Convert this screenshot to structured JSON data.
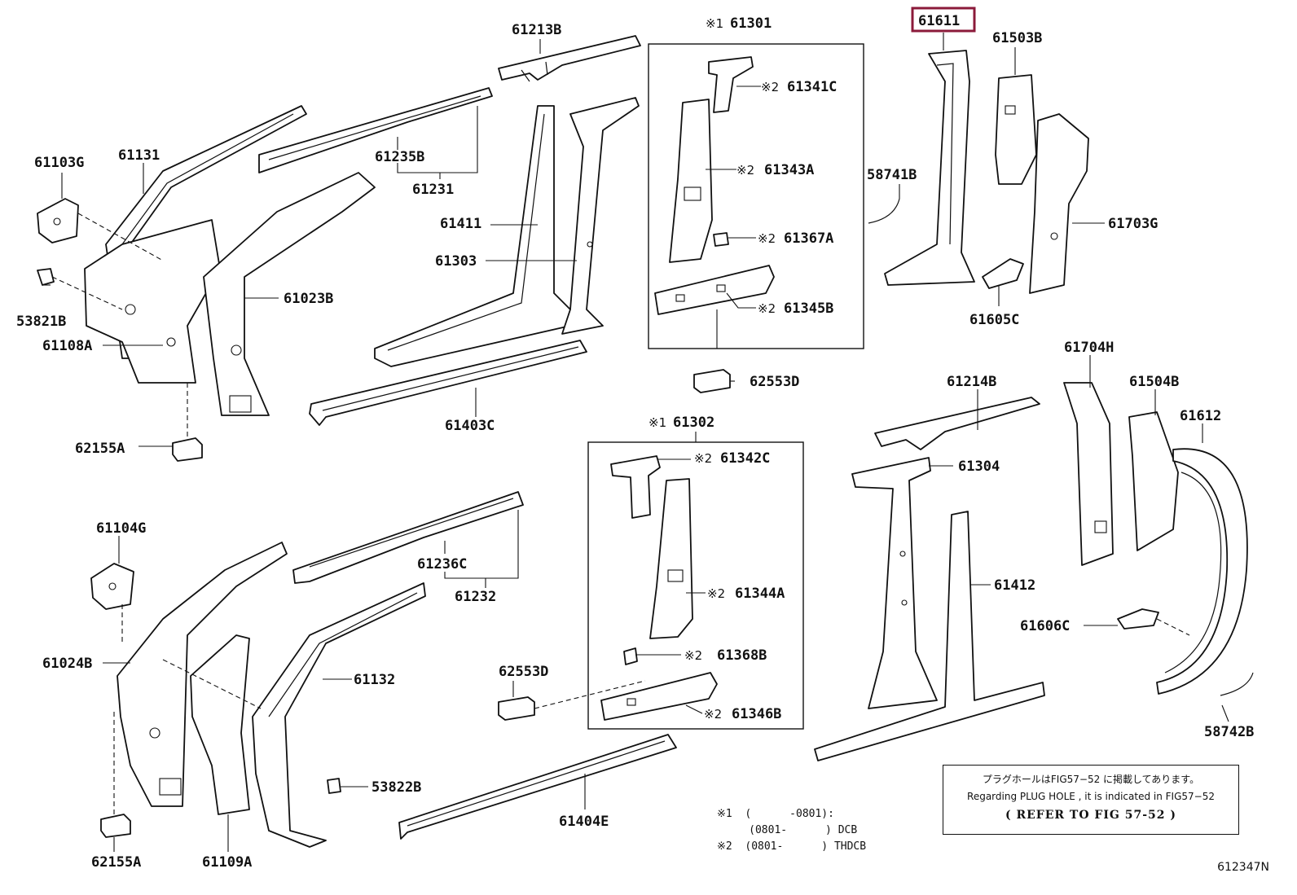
{
  "labels": {
    "p61213B": "61213B",
    "p61301": "61301",
    "p61611": "61611",
    "p61503B": "61503B",
    "p61103G": "61103G",
    "p61131": "61131",
    "p61235B": "61235B",
    "p61231": "61231",
    "p61341C": "61341C",
    "p61343A": "61343A",
    "p58741B": "58741B",
    "p61703G": "61703G",
    "p53821B": "53821B",
    "p61411": "61411",
    "p61303": "61303",
    "p61367A": "61367A",
    "p61023B": "61023B",
    "p61345B": "61345B",
    "p61108A": "61108A",
    "p61605C": "61605C",
    "p61704H": "61704H",
    "p62553D_1": "62553D",
    "p61214B": "61214B",
    "p61504B": "61504B",
    "p61403C": "61403C",
    "p61302": "61302",
    "p61612": "61612",
    "p62155A_1": "62155A",
    "p61342C": "61342C",
    "p61304": "61304",
    "p61104G": "61104G",
    "p61236C": "61236C",
    "p61232": "61232",
    "p61412": "61412",
    "p61344A": "61344A",
    "p61606C": "61606C",
    "p61024B": "61024B",
    "p61132": "61132",
    "p62553D_2": "62553D",
    "p61368B": "61368B",
    "p61346B": "61346B",
    "p58742B": "58742B",
    "p53822B": "53822B",
    "p61404E": "61404E",
    "p62155A_2": "62155A",
    "p61109A": "61109A"
  },
  "marks": {
    "m1": "※1",
    "m2": "※2"
  },
  "highlighted_part": "61611",
  "highlight_color": "#8b1a3a",
  "note": {
    "line1": "プラグホールはFIG57−52 に掲載してあります。",
    "line2": "Regarding PLUG HOLE , it is indicated in FIG57−52",
    "line3": "( REFER TO FIG 57-52 )"
  },
  "legend": {
    "row1": "※1  (      -0801):",
    "row2": "     (0801-      ) DCB",
    "row3": "※2  (0801-      ) THDCB"
  },
  "figure_code": "612347N"
}
